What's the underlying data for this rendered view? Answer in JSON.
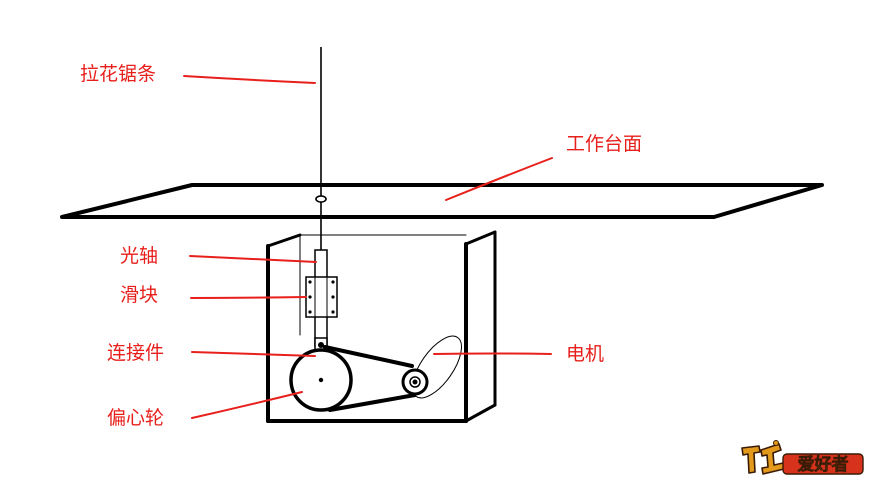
{
  "labels": {
    "saw_blade": "拉花锯条",
    "work_table": "工作台面",
    "optical_shaft": "光轴",
    "slider": "滑块",
    "connector": "连接件",
    "motor": "电机",
    "eccentric_wheel": "偏心轮"
  },
  "colors": {
    "label_text": "#e8201c",
    "leader_line": "#e8201c",
    "drawing_line": "#000000",
    "logo_orange": "#e39a1c",
    "logo_red": "#d6321c"
  },
  "logo": {
    "text": "爱好者"
  }
}
